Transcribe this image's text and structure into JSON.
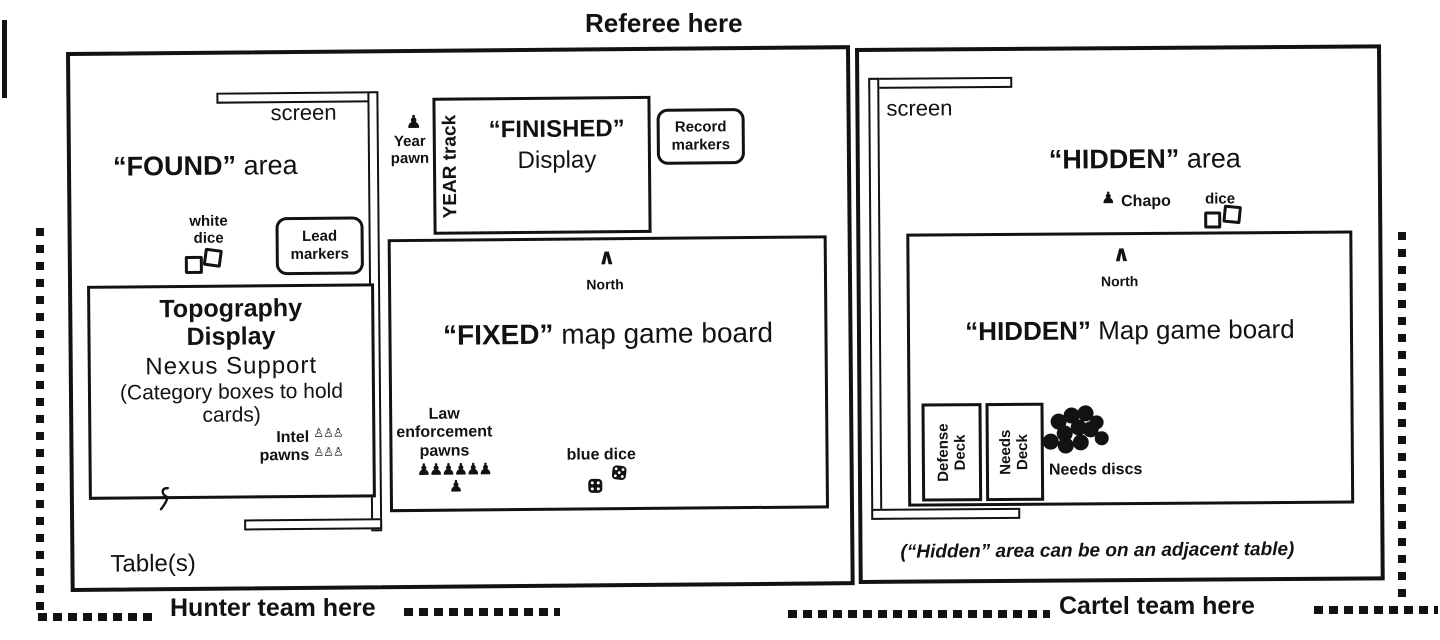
{
  "referee_label": "Referee here",
  "colors": {
    "ink": "#121212",
    "paper": "#ffffff"
  },
  "icons": {
    "north_arrow": "∧",
    "pawn": "♟",
    "law_pawn_row": "♟♟♟♟♟♟",
    "intel_pawn_row": "♙♙♙"
  },
  "left": {
    "screen_label": "screen",
    "found_title": {
      "quoted": "“FOUND”",
      "rest": " area"
    },
    "white_dice": {
      "line1": "white",
      "line2": "dice"
    },
    "lead_markers": {
      "line1": "Lead",
      "line2": "markers"
    },
    "topography": {
      "title_line1": "Topography",
      "title_line2": "Display",
      "subtitle": "Nexus Support",
      "note_line1": "(Category boxes to hold",
      "note_line2": "cards)",
      "intel_line1": "Intel",
      "intel_line2": "pawns"
    },
    "year_pawn": {
      "line1": "Year",
      "line2": "pawn"
    },
    "finished": {
      "track_label": "YEAR track",
      "title": "“FINISHED”",
      "subtitle": "Display"
    },
    "record_markers": {
      "line1": "Record",
      "line2": "markers"
    },
    "fixed_board": {
      "north_label": "North",
      "title_quoted": "“FIXED”",
      "title_rest": " map game board",
      "law_line1": "Law",
      "law_line2": "enforcement",
      "law_line3": "pawns",
      "blue_dice_label": "blue dice"
    },
    "tables_label": "Table(s)"
  },
  "right": {
    "screen_label": "screen",
    "hidden_title": {
      "quoted": "“HIDDEN”",
      "rest": " area"
    },
    "chapo_label": "Chapo",
    "dice_label": "dice",
    "board": {
      "north_label": "North",
      "title_quoted": "“HIDDEN”",
      "title_rest": " Map game board",
      "defense_deck": {
        "line1": "Defense",
        "line2": "Deck"
      },
      "needs_deck": {
        "line1": "Needs",
        "line2": "Deck"
      },
      "needs_discs_label": "Needs discs"
    },
    "caption": "(“Hidden” area can be on an adjacent table)"
  },
  "bottom": {
    "hunter_label": "Hunter team here",
    "cartel_label": "Cartel team here"
  }
}
